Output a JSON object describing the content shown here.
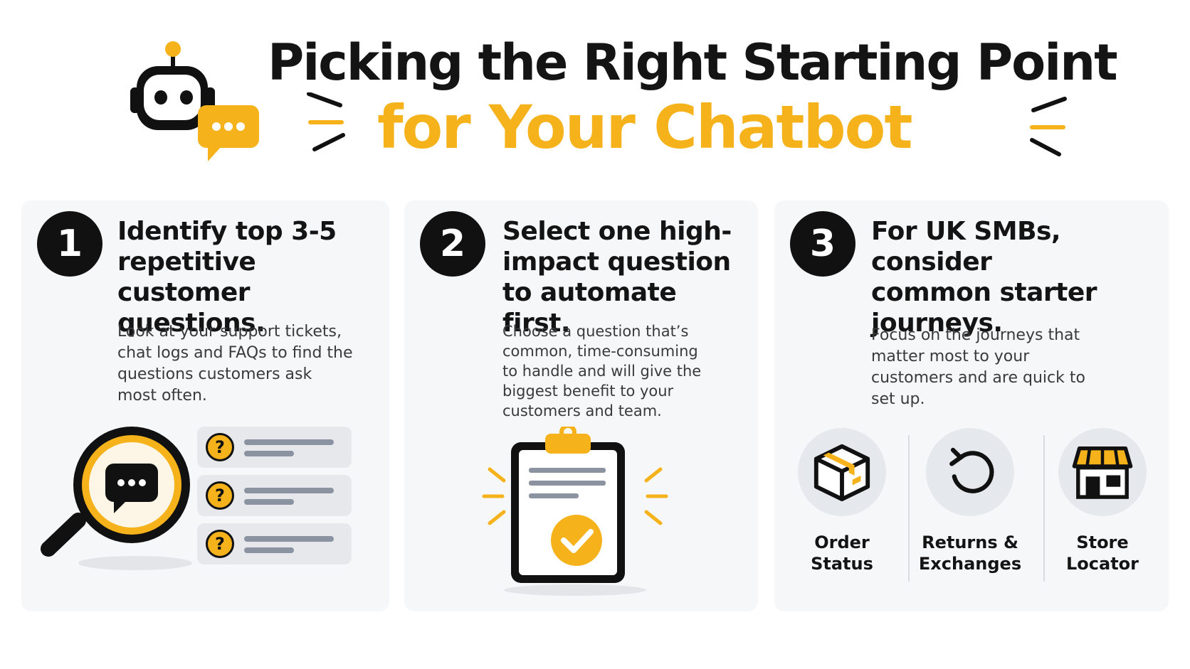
{
  "header": {
    "title_line1": "Picking the Right Starting Point",
    "title_line2": "for Your Chatbot"
  },
  "colors": {
    "accent": "#f5b21b",
    "dark": "#111111",
    "card_bg": "#f6f7f9"
  },
  "steps": [
    {
      "number": "1",
      "heading": "Identify top 3-5 repetitive customer questions.",
      "body": "Look at your support tickets, chat logs and FAQs to find the questions customers ask most often.",
      "question_marks": [
        "?",
        "?",
        "?"
      ]
    },
    {
      "number": "2",
      "heading": "Select one high-impact question to automate first.",
      "body": "Choose a question that’s common, time-consuming to handle and will give the biggest benefit to your customers and team."
    },
    {
      "number": "3",
      "heading": "For UK SMBs, consider common starter journeys.",
      "body": "Focus on the journeys that matter most to your customers and are quick to set up.",
      "journeys": [
        {
          "label": "Order Status",
          "icon": "package-icon"
        },
        {
          "label": "Returns & Exchanges",
          "icon": "return-arrow-icon"
        },
        {
          "label": "Store Locator",
          "icon": "storefront-icon"
        }
      ]
    }
  ]
}
